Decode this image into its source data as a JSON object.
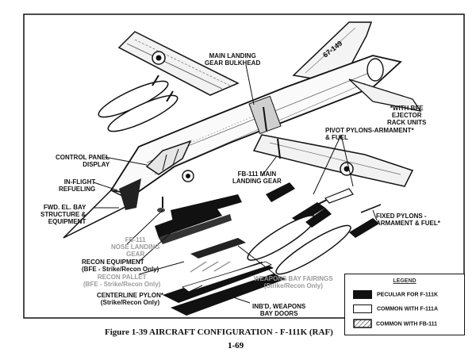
{
  "caption": "Figure 1-39  AIRCRAFT CONFIGURATION - F-111K (RAF)",
  "page_number": "1-69",
  "aircraft_serial": "67-149",
  "labels": {
    "main_gear_bulkhead": [
      "MAIN LANDING",
      "GEAR BULKHEAD"
    ],
    "bfe_rack": [
      "*WITH BFE",
      "EJECTOR",
      "RACK UNITS"
    ],
    "pivot_pylons": [
      "PIVOT PYLONS-ARMAMENT*",
      "& FUEL"
    ],
    "control_panel": [
      "CONTROL PANEL",
      "DISPLAY"
    ],
    "in_flight_refueling": [
      "IN-FLIGHT",
      "REFUELING"
    ],
    "fb111_main_gear": [
      "FB-111 MAIN",
      "LANDING GEAR"
    ],
    "fwd_el_bay": [
      "FWD. EL. BAY",
      "STRUCTURE &",
      "EQUIPMENT"
    ],
    "fixed_pylons": [
      "FIXED PYLONS -",
      "ARMAMENT & FUEL*"
    ],
    "fb111_nose_gear": [
      "FB-111",
      "NOSE LANDING",
      "GEAR"
    ],
    "recon_equipment": [
      "RECON EQUIPMENT",
      "(BFE - Strike/Recon Only)"
    ],
    "recon_pallet": [
      "RECON PALLET",
      "(BFE - Strike/Recon Only)"
    ],
    "weapons_bay_fairings": [
      "WEAPONS BAY FAIRINGS",
      "(Strike/Recon Only)"
    ],
    "centerline_pylon": [
      "CENTERLINE PYLON*",
      "(Strike/Recon Only)"
    ],
    "weapons_bay_doors": [
      "INB'D, WEAPONS",
      "BAY DOORS"
    ]
  },
  "legend": {
    "title": "LEGEND",
    "items": [
      {
        "label": "PECULIAR FOR F-111K",
        "swatch": "#111111"
      },
      {
        "label": "COMMON WITH F-111A",
        "swatch": "#ffffff"
      },
      {
        "label": "COMMON WITH FB-111",
        "swatch": "hatched"
      }
    ]
  },
  "colors": {
    "ink": "#111111",
    "paper": "#ffffff",
    "grey_text": "#9a9a9a"
  }
}
